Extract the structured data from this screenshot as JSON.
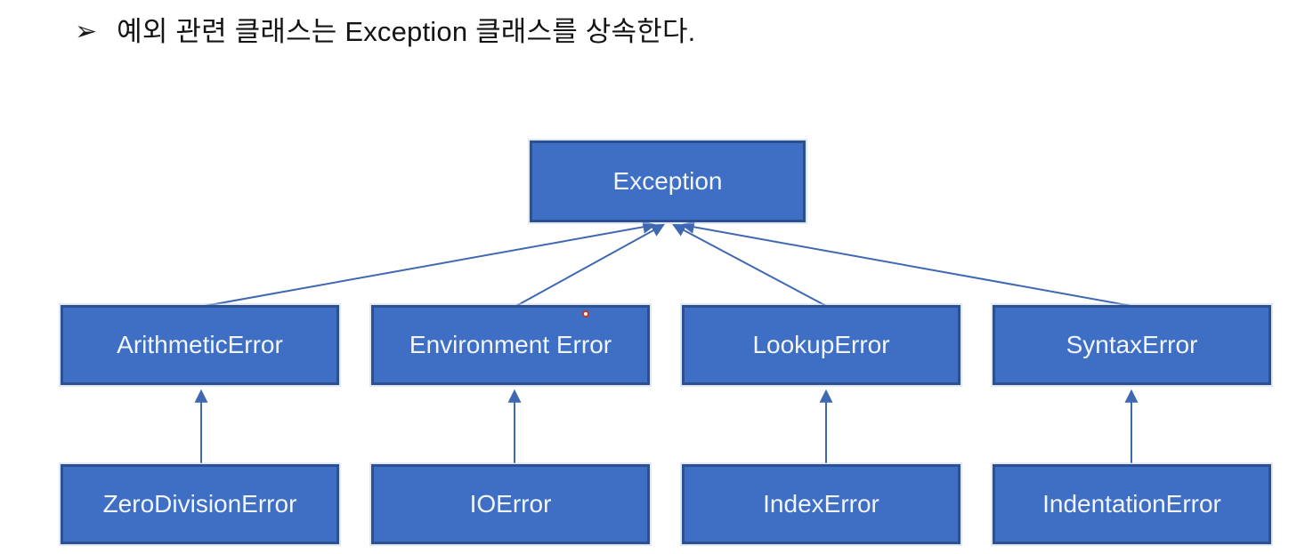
{
  "header": {
    "bullet": "➢",
    "text": "예외 관련 클래스는 Exception 클래스를 상속한다."
  },
  "diagram": {
    "type": "hierarchy",
    "root": {
      "label": "Exception"
    },
    "level2": [
      {
        "label": "ArithmeticError",
        "parent": "Exception"
      },
      {
        "label": "Environment Error",
        "parent": "Exception"
      },
      {
        "label": "LookupError",
        "parent": "Exception"
      },
      {
        "label": "SyntaxError",
        "parent": "Exception"
      }
    ],
    "level3": [
      {
        "label": "ZeroDivisionError",
        "parent": "ArithmeticError"
      },
      {
        "label": "IOError",
        "parent": "Environment Error"
      },
      {
        "label": "IndexError",
        "parent": "LookupError"
      },
      {
        "label": "IndentationError",
        "parent": "SyntaxError"
      }
    ]
  },
  "colors": {
    "box_fill": "#3e6fc4",
    "box_border": "#2b5191",
    "connector": "#3e68b2",
    "node_text": "#f2f6fb",
    "heading_text": "#141414",
    "bg": "#ffffff",
    "laser_dot": "#c0392b"
  }
}
